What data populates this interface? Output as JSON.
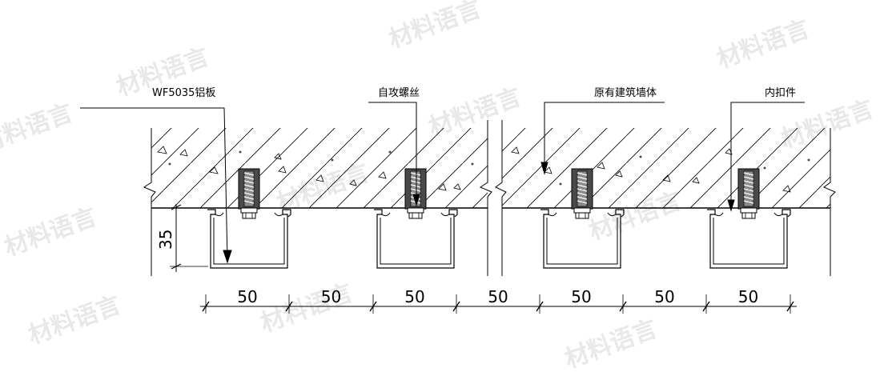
{
  "labels": {
    "panel": "WF5035铝板",
    "screw": "自攻螺丝",
    "wall": "原有建筑墙体",
    "clip": "内扣件"
  },
  "dimensions": {
    "height": "35",
    "widths": [
      "50",
      "50",
      "50",
      "50",
      "50",
      "50",
      "50"
    ]
  },
  "watermark": "材料语言",
  "colors": {
    "line": "#000000",
    "anchor": "#4a4a4a",
    "watermark": "#e6e6e6"
  }
}
